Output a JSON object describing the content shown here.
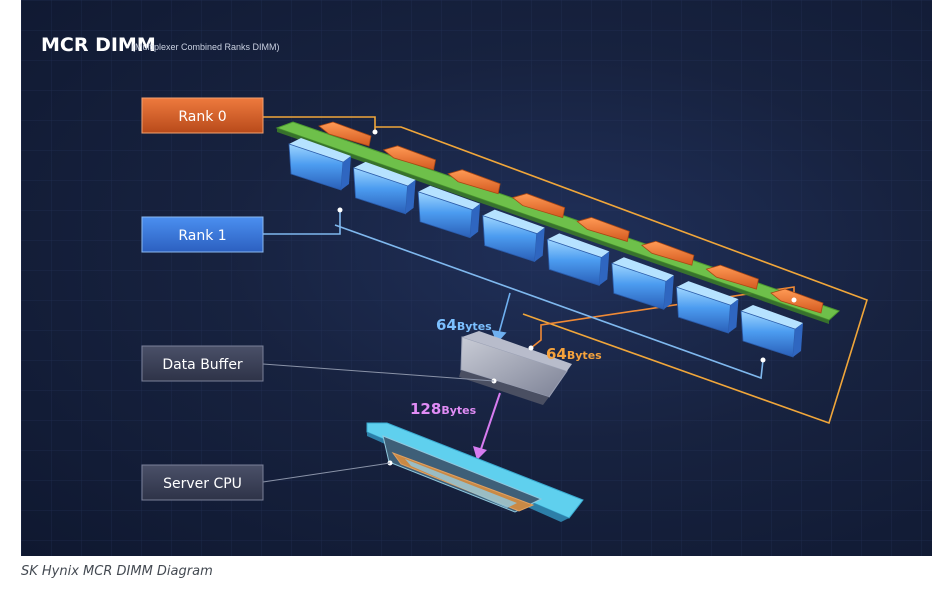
{
  "figure": {
    "title_main": "MCR DIMM",
    "title_sub": "(Multiplexer Combined Ranks DIMM)",
    "labels": {
      "rank0": "Rank 0",
      "rank1": "Rank 1",
      "data_buffer": "Data Buffer",
      "server_cpu": "Server CPU"
    },
    "transfers": {
      "rank1_bytes": {
        "value": "64",
        "unit": "Bytes"
      },
      "rank0_bytes": {
        "value": "64",
        "unit": "Bytes"
      },
      "cpu_bytes": {
        "value": "128",
        "unit": "Bytes"
      }
    },
    "colors": {
      "rank0": "#e8672f",
      "rank1": "#3a7ee0",
      "rank0_line": "#f0a63a",
      "rank1_line": "#7fb8ee",
      "cpu_arrow": "#d77cf0",
      "pcb": "#6ec04a",
      "cpu_frame": "#55cdea"
    }
  },
  "caption": "SK Hynix MCR DIMM Diagram"
}
